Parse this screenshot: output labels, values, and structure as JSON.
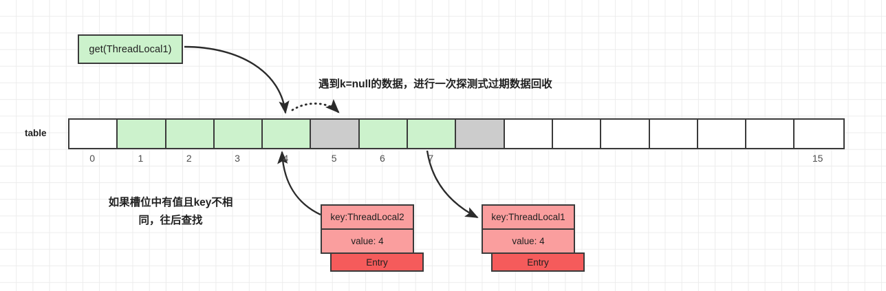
{
  "diagram": {
    "title_note_top": "遇到k=null的数据，进行一次探测式过期数据回收",
    "note_left_line1": "如果槽位中有值且key不相",
    "note_left_line2": "同，往后查找",
    "call_box_label": "get(ThreadLocal1)",
    "table_label": "table",
    "colors": {
      "green_slot": "#ccf2cc",
      "gray_slot": "#cccccc",
      "empty_slot": "#ffffff",
      "entry_header": "#fa9e9e",
      "entry_bar": "#f55b5b",
      "stroke": "#3a3a3a"
    },
    "table": {
      "slots": [
        {
          "index": "0",
          "state": "empty"
        },
        {
          "index": "1",
          "state": "green"
        },
        {
          "index": "2",
          "state": "green"
        },
        {
          "index": "3",
          "state": "green"
        },
        {
          "index": "4",
          "state": "green"
        },
        {
          "index": "5",
          "state": "gray"
        },
        {
          "index": "6",
          "state": "green"
        },
        {
          "index": "7",
          "state": "green"
        },
        {
          "index": "8",
          "state": "gray"
        },
        {
          "index": "9",
          "state": "empty"
        },
        {
          "index": "10",
          "state": "empty"
        },
        {
          "index": "11",
          "state": "empty"
        },
        {
          "index": "12",
          "state": "empty"
        },
        {
          "index": "13",
          "state": "empty"
        },
        {
          "index": "14",
          "state": "empty"
        },
        {
          "index": "15",
          "state": "empty"
        }
      ],
      "visible_index_labels": [
        "0",
        "1",
        "2",
        "3",
        "4",
        "5",
        "6",
        "7",
        "15"
      ]
    },
    "entries": [
      {
        "key": "key:ThreadLocal2",
        "value": "value: 4",
        "type_label": "Entry"
      },
      {
        "key": "key:ThreadLocal1",
        "value": "value: 4",
        "type_label": "Entry"
      }
    ]
  }
}
